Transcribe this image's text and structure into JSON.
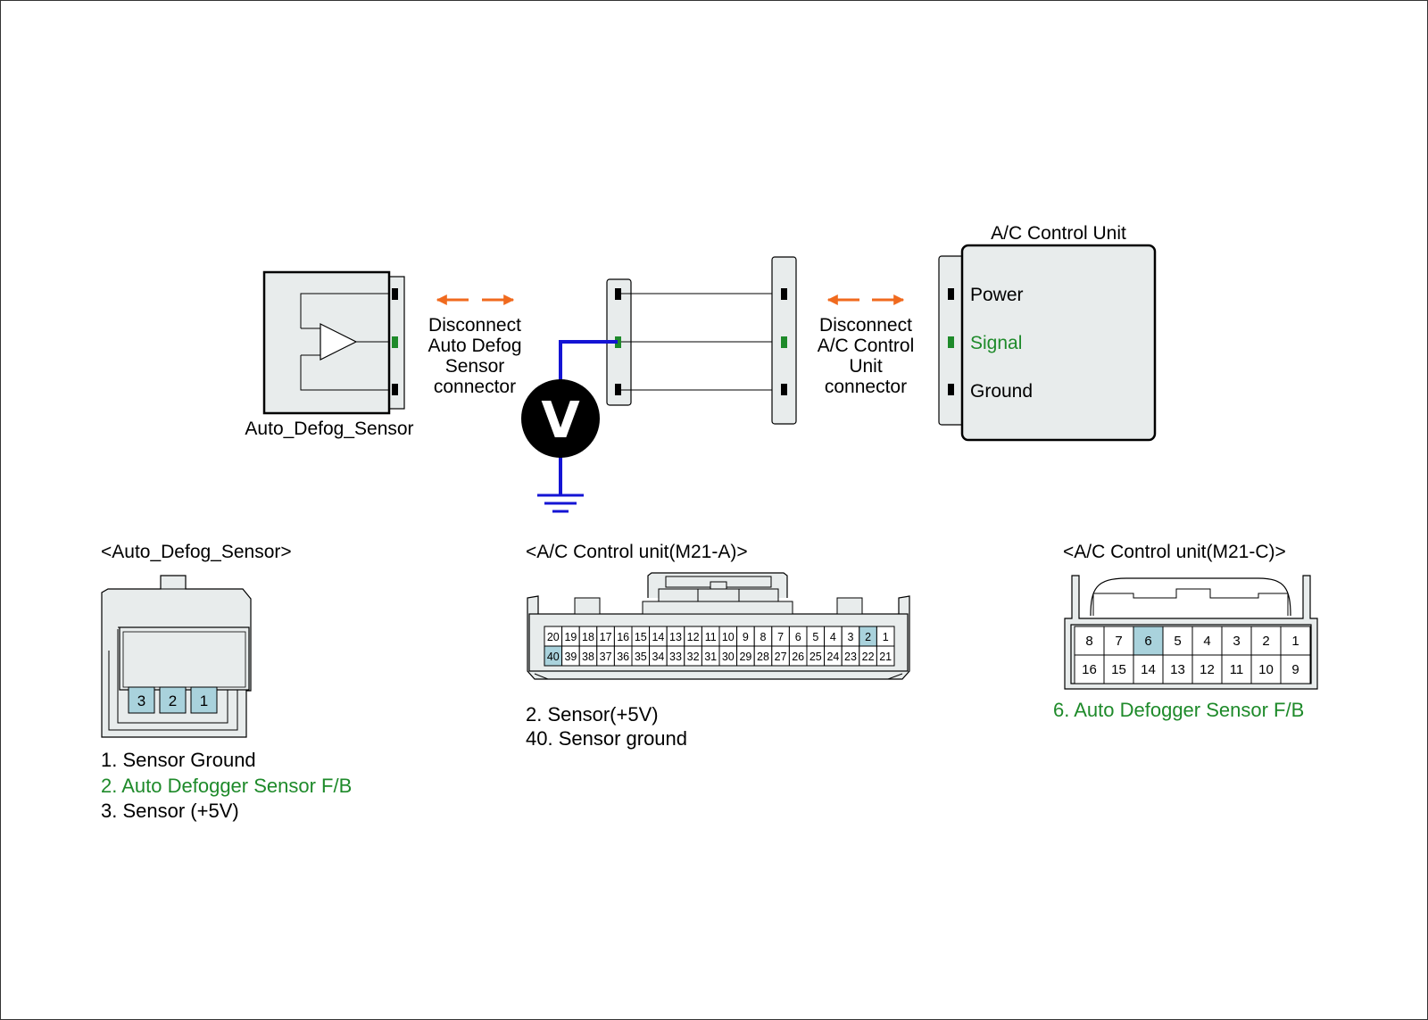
{
  "colors": {
    "box_fill": "#e8ecec",
    "pin_highlight": "#a9d2dc",
    "signal_green": "#1e8a2a",
    "arrow_orange": "#f06a1e",
    "meter_wire_blue": "#1414d4",
    "terminal_black": "#000000"
  },
  "sensor": {
    "label": "Auto_Defog_Sensor",
    "symbol": "amplifier-triangle"
  },
  "disconnect_sensor": {
    "lines": [
      "Disconnect",
      "Auto Defog",
      "Sensor",
      "connector"
    ]
  },
  "disconnect_acu": {
    "lines": [
      "Disconnect",
      "A/C Control",
      "Unit",
      "connector"
    ]
  },
  "voltmeter": {
    "symbol": "V"
  },
  "acu": {
    "title": "A/C Control Unit",
    "terminals": [
      {
        "label": "Power",
        "signal": false
      },
      {
        "label": "Signal",
        "signal": true
      },
      {
        "label": "Ground",
        "signal": false
      }
    ]
  },
  "connector_sensor": {
    "title": "<Auto_Defog_Sensor>",
    "pins": [
      "3",
      "2",
      "1"
    ],
    "highlight": [
      "3",
      "2",
      "1"
    ],
    "legend": [
      {
        "text": "1. Sensor Ground",
        "green": false
      },
      {
        "text": "2. Auto Defogger Sensor F/B",
        "green": true
      },
      {
        "text": "3. Sensor (+5V)",
        "green": false
      }
    ]
  },
  "connector_m21a": {
    "title": "<A/C Control unit(M21-A)>",
    "row1": [
      "20",
      "19",
      "18",
      "17",
      "16",
      "15",
      "14",
      "13",
      "12",
      "11",
      "10",
      "9",
      "8",
      "7",
      "6",
      "5",
      "4",
      "3",
      "2",
      "1"
    ],
    "row2": [
      "40",
      "39",
      "38",
      "37",
      "36",
      "35",
      "34",
      "33",
      "32",
      "31",
      "30",
      "29",
      "28",
      "27",
      "26",
      "25",
      "24",
      "23",
      "22",
      "21"
    ],
    "highlight": [
      "2",
      "40"
    ],
    "legend": [
      {
        "text": "2. Sensor(+5V)",
        "green": false
      },
      {
        "text": "40. Sensor ground",
        "green": false
      }
    ]
  },
  "connector_m21c": {
    "title": "<A/C Control unit(M21-C)>",
    "row1": [
      "8",
      "7",
      "6",
      "5",
      "4",
      "3",
      "2",
      "1"
    ],
    "row2": [
      "16",
      "15",
      "14",
      "13",
      "12",
      "11",
      "10",
      "9"
    ],
    "highlight": [
      "6"
    ],
    "legend": [
      {
        "text": "6. Auto Defogger Sensor F/B",
        "green": true
      }
    ]
  }
}
